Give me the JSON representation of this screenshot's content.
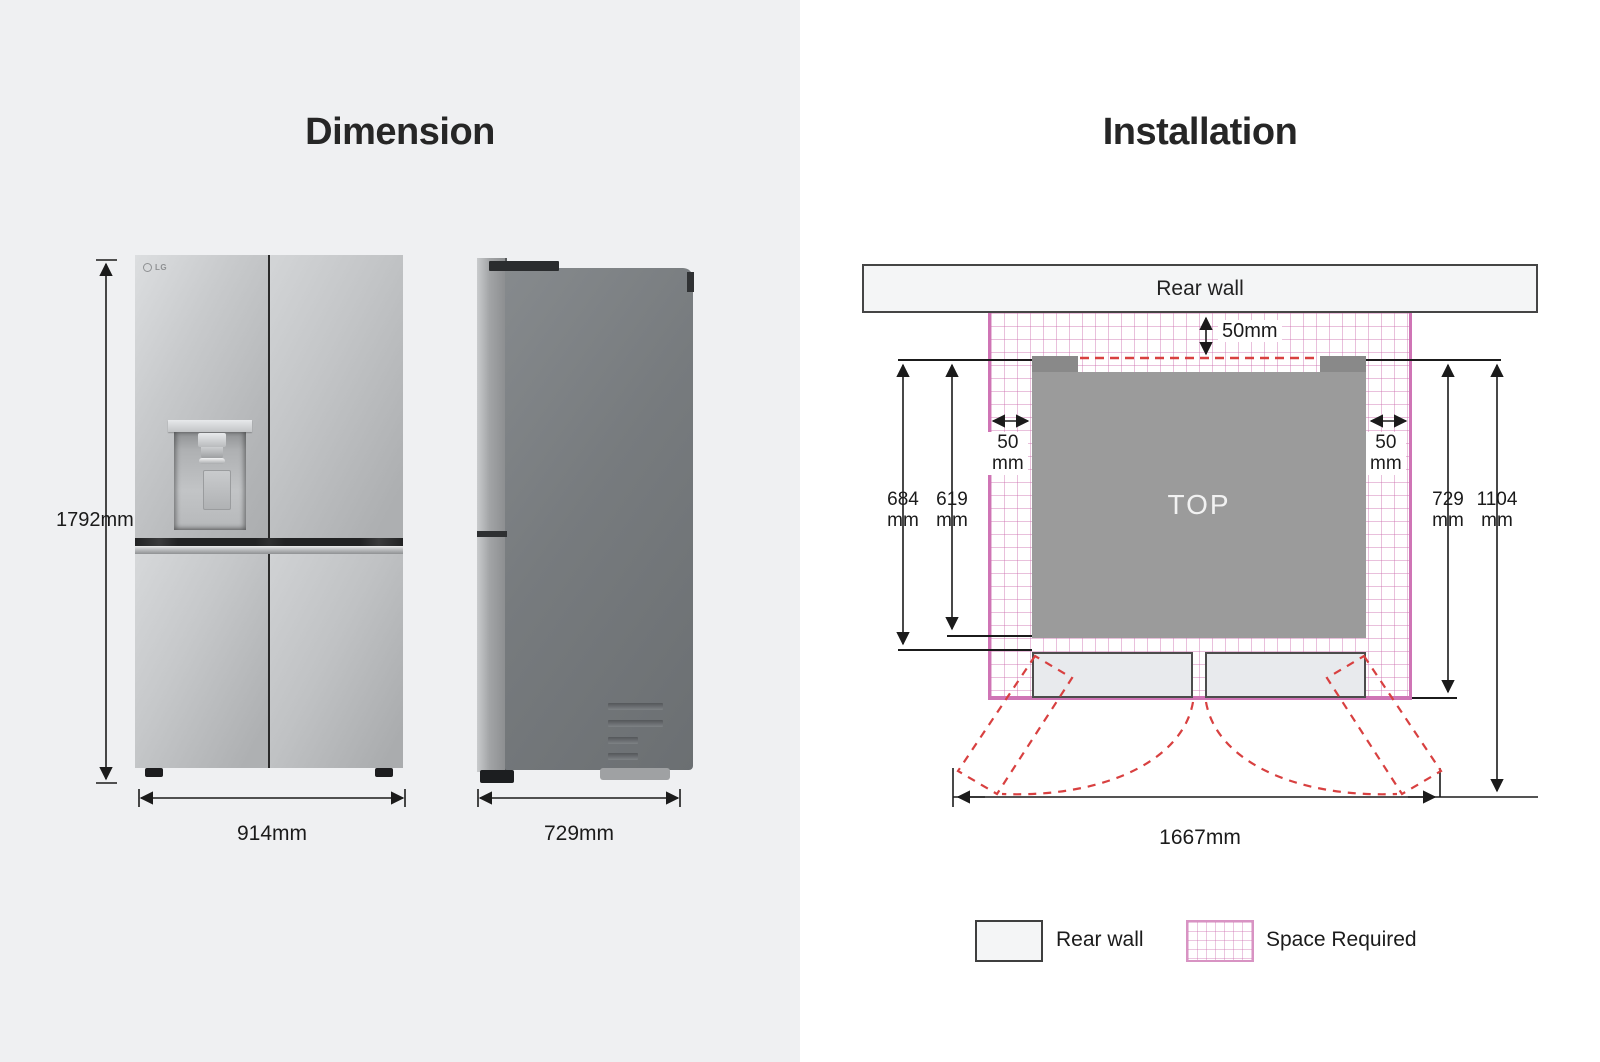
{
  "dimension_panel": {
    "title": "Dimension",
    "brand": "LG",
    "height_label": "1792mm",
    "width_label": "914mm",
    "depth_label": "729mm"
  },
  "installation_panel": {
    "title": "Installation",
    "rear_wall_label": "Rear wall",
    "top_label": "TOP",
    "rear_clearance_label": "50mm",
    "side_clearance_left": {
      "value": "50",
      "unit": "mm"
    },
    "side_clearance_right": {
      "value": "50",
      "unit": "mm"
    },
    "depth_684": {
      "value": "684",
      "unit": "mm"
    },
    "depth_619": {
      "value": "619",
      "unit": "mm"
    },
    "depth_729": {
      "value": "729",
      "unit": "mm"
    },
    "depth_1104": {
      "value": "1104",
      "unit": "mm"
    },
    "total_width_label": "1667mm",
    "legend": {
      "rear_wall": {
        "label": "Rear wall"
      },
      "space_required": {
        "label": "Space Required"
      }
    }
  },
  "colors": {
    "left_background": "#eff0f2",
    "right_background": "#ffffff",
    "grid_pink": "#cb6aac",
    "grid_border": "#cf74b5",
    "dashed_red": "#d84040",
    "dimension_line": "#1b1b1b",
    "top_fill": "#9b9b9b",
    "rear_wall_fill": "#f4f5f6"
  }
}
